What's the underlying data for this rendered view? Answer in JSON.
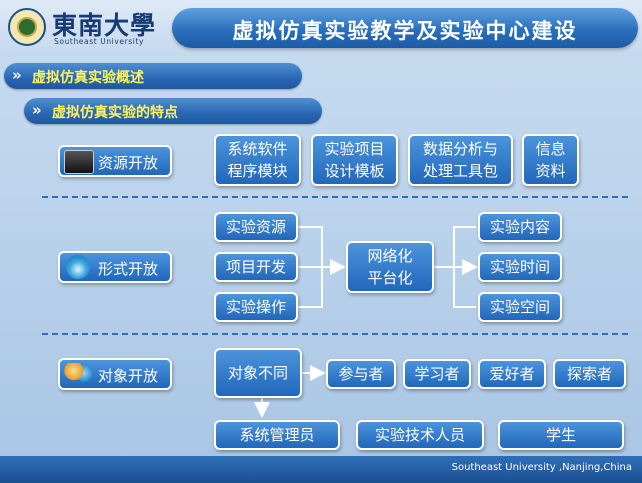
{
  "header": {
    "logo_cn": "東南大學",
    "logo_en": "Southeast University",
    "title": "虚拟仿真实验教学及实验中心建设"
  },
  "sections": {
    "overview": "虚拟仿真实验概述",
    "features": "虚拟仿真实验的特点"
  },
  "resource": {
    "label": "资源开放",
    "items": [
      "系统软件\n程序模块",
      "实验项目\n设计模板",
      "数据分析与\n处理工具包",
      "信息\n资料"
    ]
  },
  "form": {
    "label": "形式开放",
    "inputs": [
      "实验资源",
      "项目开发",
      "实验操作"
    ],
    "hub": "网络化\n平台化",
    "outputs": [
      "实验内容",
      "实验时间",
      "实验空间"
    ]
  },
  "object": {
    "label": "对象开放",
    "diff": "对象不同",
    "roles": [
      "参与者",
      "学习者",
      "爱好者",
      "探索者"
    ],
    "bottom": [
      "系统管理员",
      "实验技术人员",
      "学生"
    ]
  },
  "footer": {
    "text": "Southeast University ,Nanjing,China"
  }
}
